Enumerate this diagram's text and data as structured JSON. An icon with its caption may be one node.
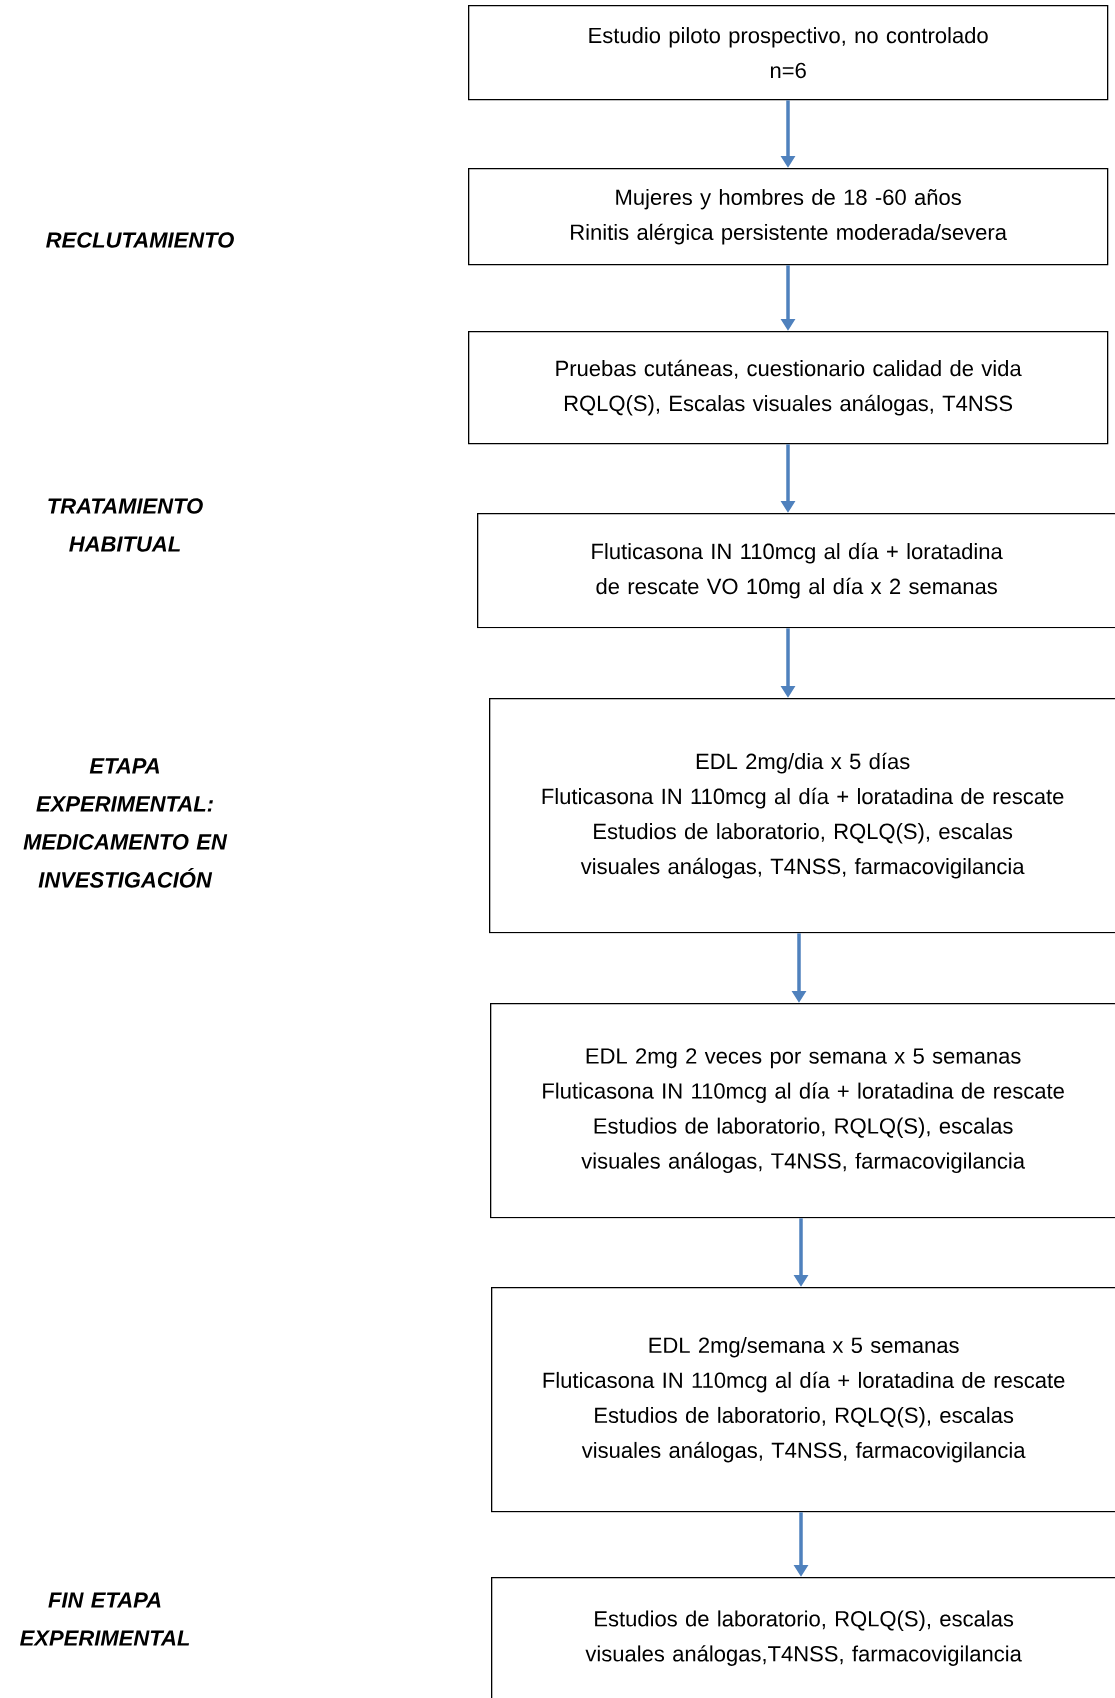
{
  "diagram": {
    "nodes": [
      {
        "text": [
          "Estudio piloto prospectivo, no controlado",
          "n=6"
        ]
      },
      {
        "text": [
          "Mujeres y hombres de 18 -60 años",
          "Rinitis alérgica persistente moderada/severa"
        ]
      },
      {
        "text": [
          "Pruebas cutáneas, cuestionario calidad de vida RQLQ(S), Escalas visuales análogas, T4NSS"
        ]
      },
      {
        "text": [
          "Fluticasona IN 110mcg al día + loratadina de rescate VO 10mg al día x 2 semanas"
        ]
      },
      {
        "text": [
          "EDL 2mg/dia x 5 días",
          "Fluticasona IN 110mcg al día + loratadina de rescate",
          "Estudios de laboratorio, RQLQ(S), escalas visuales análogas, T4NSS, farmacovigilancia"
        ]
      },
      {
        "text": [
          "EDL 2mg 2 veces por semana x 5 semanas",
          "Fluticasona IN 110mcg al día + loratadina de rescate",
          "Estudios de laboratorio, RQLQ(S), escalas visuales análogas, T4NSS, farmacovigilancia"
        ]
      },
      {
        "text": [
          "EDL 2mg/semana x 5 semanas",
          "Fluticasona IN 110mcg al día + loratadina de rescate",
          "Estudios de laboratorio, RQLQ(S), escalas visuales análogas, T4NSS, farmacovigilancia"
        ]
      },
      {
        "text": [
          "Estudios de laboratorio, RQLQ(S), escalas visuales análogas,T4NSS, farmacovigilancia"
        ]
      }
    ],
    "edges": [
      {
        "from": 0,
        "to": 1,
        "arrow": "to"
      },
      {
        "from": 1,
        "to": 2,
        "arrow": "to"
      },
      {
        "from": 2,
        "to": 3,
        "arrow": "to"
      },
      {
        "from": 3,
        "to": 4,
        "arrow": "to"
      },
      {
        "from": 4,
        "to": 5,
        "arrow": "to"
      },
      {
        "from": 5,
        "to": 6,
        "arrow": "to"
      },
      {
        "from": 6,
        "to": 7,
        "arrow": "to"
      }
    ],
    "labels": [
      "RECLUTAMIENTO",
      "TRATAMIENTO HABITUAL",
      "ETAPA EXPERIMENTAL: MEDICAMENTO EN INVESTIGACIÓN",
      "FIN ETAPA EXPERIMENTAL"
    ]
  }
}
